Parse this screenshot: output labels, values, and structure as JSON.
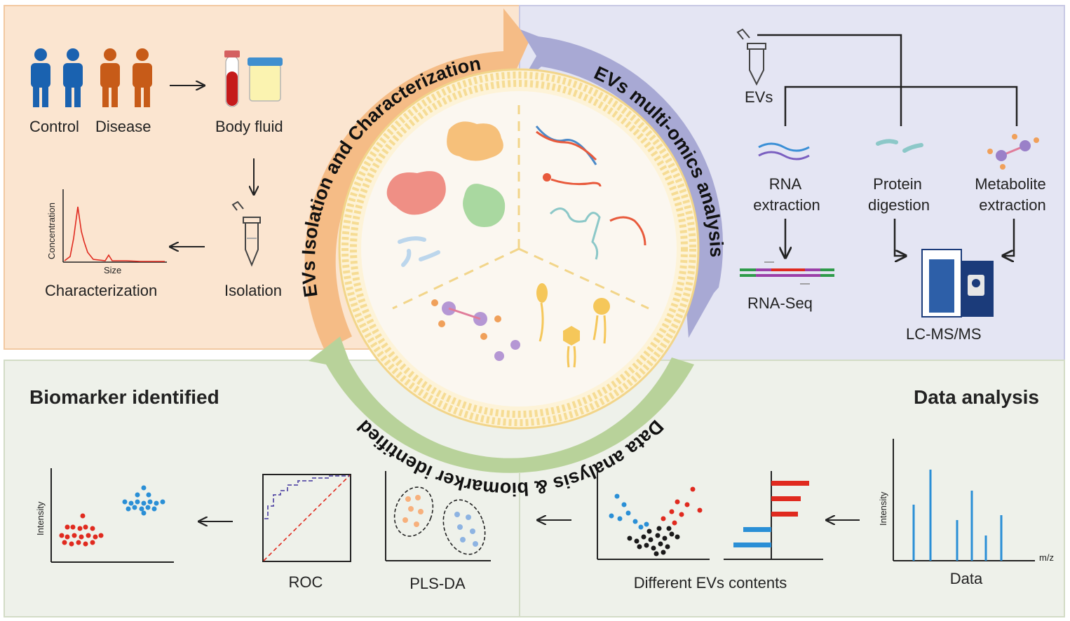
{
  "arc_titles": {
    "isolation": "EVs Isolation and Characterization",
    "multiomics": "EVs multi-omics analysis",
    "analysis": "Data analysis & biomarker identified"
  },
  "isolation_panel": {
    "control_label": "Control",
    "disease_label": "Disease",
    "body_fluid_label": "Body fluid",
    "isolation_label": "Isolation",
    "characterization_label": "Characterization",
    "chart_y_label": "Concentration",
    "chart_x_label": "Size"
  },
  "omics_panel": {
    "evs_label": "EVs",
    "rna_line1": "RNA",
    "rna_line2": "extraction",
    "protein_line1": "Protein",
    "protein_line2": "digestion",
    "metabolite_line1": "Metabolite",
    "metabolite_line2": "extraction",
    "rnaseq_label": "RNA-Seq",
    "lcms_label": "LC-MS/MS"
  },
  "analysis_panel": {
    "biomarker_title": "Biomarker identified",
    "data_analysis_title": "Data analysis",
    "roc_label": "ROC",
    "plsda_label": "PLS-DA",
    "contents_label": "Different EVs contents",
    "data_label": "Data",
    "intensity_label": "Intensity",
    "intensity_label_2": "Intensity",
    "mz_label": "m/z"
  },
  "colors": {
    "orange_panel": "#fbe5d0",
    "purple_panel": "#e4e5f3",
    "green_panel": "#eef1ea",
    "orange_arrow": "#f5bc86",
    "purple_arrow": "#a8a9d4",
    "green_arrow": "#b8d29a",
    "control_blue": "#1a62b0",
    "disease_orange": "#c75b18",
    "red": "#e02a1f",
    "blue": "#2a8fd6"
  }
}
